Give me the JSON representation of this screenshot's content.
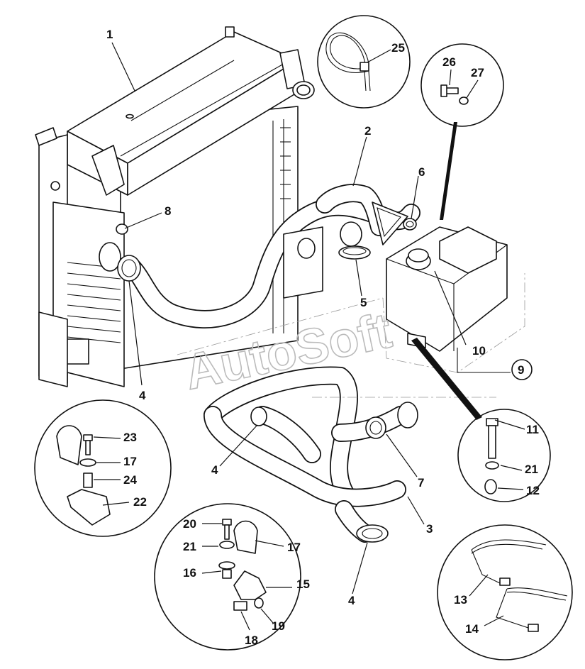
{
  "watermark": "AutoSoft",
  "callouts": {
    "c1": "1",
    "c2": "2",
    "c3": "3",
    "c4a": "4",
    "c4b": "4",
    "c4c": "4",
    "c5": "5",
    "c6": "6",
    "c7": "7",
    "c8": "8",
    "c9": "9",
    "c10": "10",
    "c11": "11",
    "c12": "12",
    "c13": "13",
    "c14": "14",
    "c15": "15",
    "c16": "16",
    "c17a": "17",
    "c17b": "17",
    "c18": "18",
    "c19": "19",
    "c20": "20",
    "c21a": "21",
    "c21b": "21",
    "c22": "22",
    "c23": "23",
    "c24": "24",
    "c25": "25",
    "c26": "26",
    "c27": "27"
  }
}
